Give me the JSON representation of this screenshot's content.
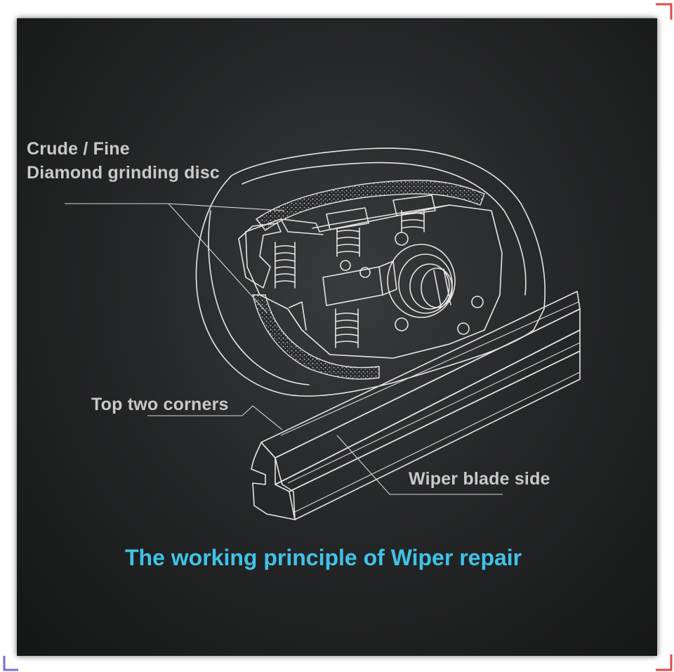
{
  "labels": {
    "grinding_disc_line1": "Crude / Fine",
    "grinding_disc_line2": "Diamond grinding disc",
    "top_corners": "Top two corners",
    "blade_side": "Wiper blade side"
  },
  "caption": "The working principle of Wiper repair",
  "colors": {
    "caption": "#3fc3e6",
    "label": "#c9c9c9",
    "line_art": "#e6e6e6",
    "background": "#222324",
    "page_border": "#e8474a"
  }
}
